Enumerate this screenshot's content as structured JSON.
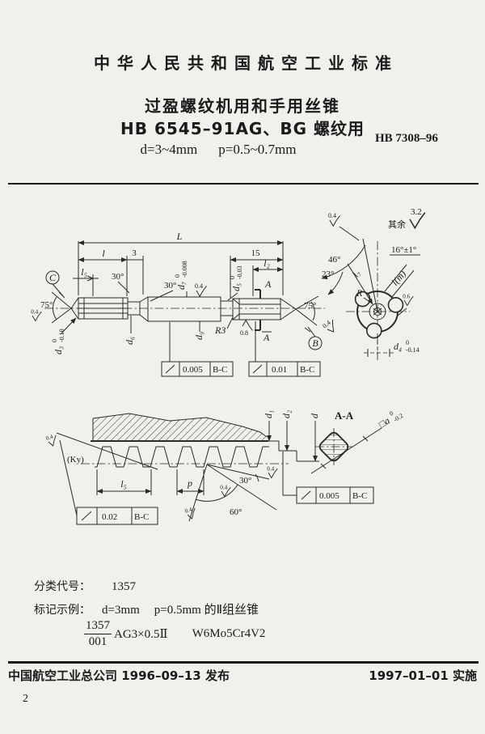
{
  "page": {
    "number": "2",
    "bg": "#f1f0ed",
    "ink": "#1b1b1b"
  },
  "header": {
    "standard_title": "中华人民共和国航空工业标准",
    "subject_line1": "过盈螺纹机用和手用丝锥",
    "subject_line2": "HB 6545–91AG、BG 螺纹用",
    "doc_code": "HB 7308–96",
    "size_d": "d=3~4mm",
    "size_p": "p=0.5~0.7mm"
  },
  "drawing": {
    "labels": {
      "L": "L",
      "l": "l",
      "len3": "3",
      "len15": "15",
      "l2": "l₂",
      "l5": "l₅",
      "l7": "l₇",
      "lm": "l(m)",
      "p": "p",
      "d": "d",
      "d1": "d₁",
      "d2": "d₂",
      "d3": "d₃",
      "d4": "d₄",
      "d5": "d₅",
      "d6": "d₆",
      "d7": "d₇",
      "d9": "d₉",
      "sq": "□a",
      "sup0": "0",
      "tol_d3": "-0.10",
      "tol_d4": "-0.14",
      "tol_d5": "-0.03",
      "tol_d7": "-0.008",
      "tol_sq": "-0.2",
      "deg30": "30°",
      "deg60": "60°",
      "deg75": "75°",
      "deg46": "46°",
      "deg23": "23°",
      "deg16": "16°±1°",
      "datum_b": "B",
      "datum_c": "C",
      "section_a": "A",
      "section_aa": "A-A",
      "rest": "其余",
      "ra32": "3.2",
      "ra04": "0.4",
      "ra06": "0.6",
      "ra08": "0.8",
      "R3": "R3",
      "R": "R",
      "ky": "(Ky)",
      "tol_frame1": "0.005",
      "tol_frame2": "0.01",
      "tol_frame3": "0.02",
      "tol_frame4": "0.005",
      "datum_ref": "B-C"
    }
  },
  "classification": {
    "label": "分类代号：",
    "code": "1357"
  },
  "marking": {
    "label": "标记示例：",
    "desc_part1": "d=3mm",
    "desc_part2": "p=0.5mm 的Ⅱ组丝锥",
    "numerator": "1357",
    "denominator": "001",
    "designation": "AG3×0.5Ⅱ",
    "material": "W6Mo5Cr4V2"
  },
  "footer": {
    "publisher_line": "中国航空工业总公司 1996–09–13 发布",
    "implement_line": "1997–01–01 实施"
  }
}
